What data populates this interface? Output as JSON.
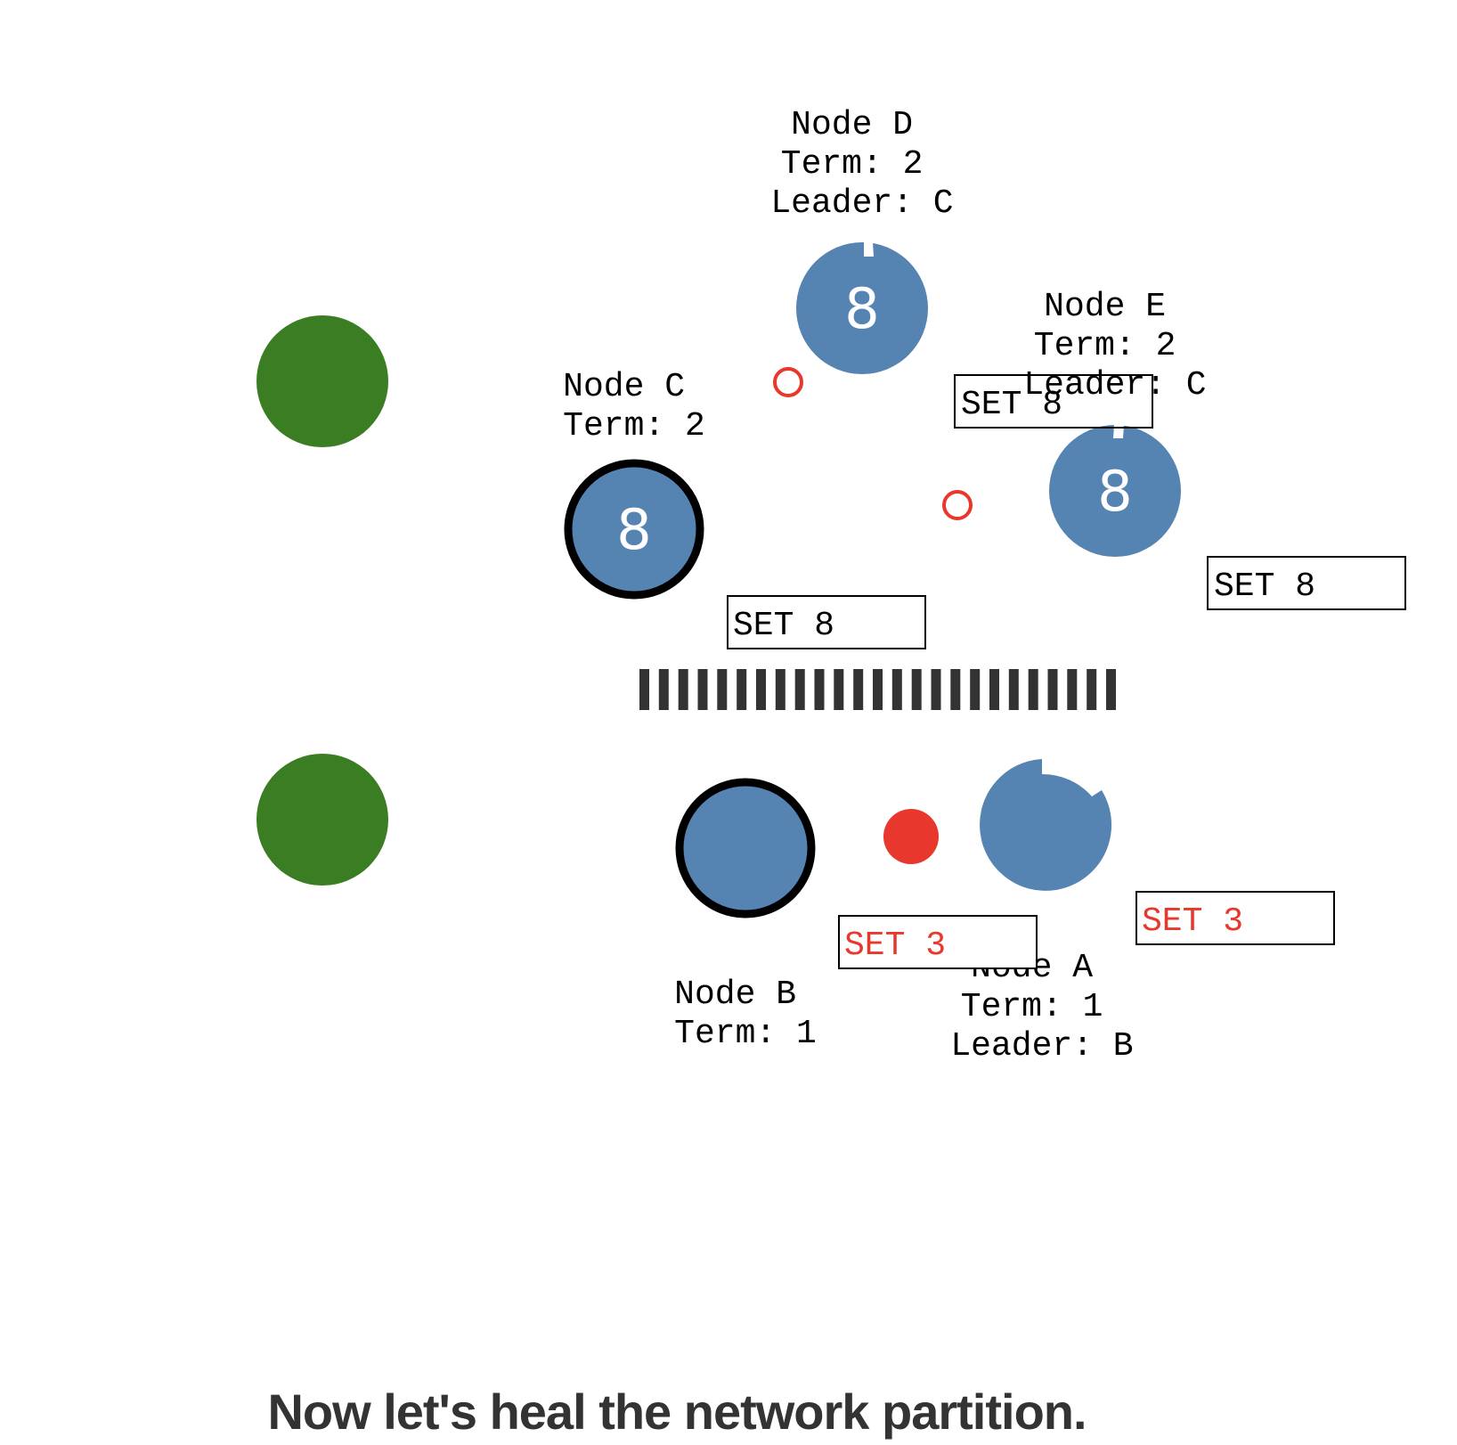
{
  "colors": {
    "node_fill": "#5583b2",
    "client_fill": "#3a7d22",
    "message_red": "#e8372c",
    "uncommitted_text": "#e8372c",
    "committed_text": "#000000",
    "partition_bar": "#333333",
    "leader_stroke": "#000000"
  },
  "clients": [
    {
      "name": "client-top"
    },
    {
      "name": "client-bottom"
    }
  ],
  "nodes": {
    "d": {
      "lines": [
        "Node D",
        "Term: 2",
        "Leader: C"
      ],
      "value": "8",
      "is_leader": false
    },
    "e": {
      "lines": [
        "Node E",
        "Term: 2",
        "Leader: C"
      ],
      "value": "8",
      "is_leader": false
    },
    "c": {
      "lines": [
        "Node C",
        "Term: 2"
      ],
      "value": "8",
      "is_leader": true
    },
    "b": {
      "lines": [
        "Node B",
        "Term: 1"
      ],
      "value": "",
      "is_leader": true
    },
    "a": {
      "lines": [
        "Node A",
        "Term: 1",
        "Leader: B"
      ],
      "value": "",
      "is_leader": false
    }
  },
  "logs": {
    "d": {
      "text": "SET 8",
      "committed": true
    },
    "e": {
      "text": "SET 8",
      "committed": true
    },
    "c": {
      "text": "SET 8",
      "committed": true
    },
    "b": {
      "text": "SET 3",
      "committed": false
    },
    "a": {
      "text": "SET 3",
      "committed": false
    }
  },
  "messages": [
    {
      "name": "message-c-to-d",
      "style": "hollow"
    },
    {
      "name": "message-c-to-e",
      "style": "hollow"
    },
    {
      "name": "message-b-to-a",
      "style": "filled"
    }
  ],
  "partition": {
    "segments": 25
  },
  "caption": "Now let's heal the network partition."
}
